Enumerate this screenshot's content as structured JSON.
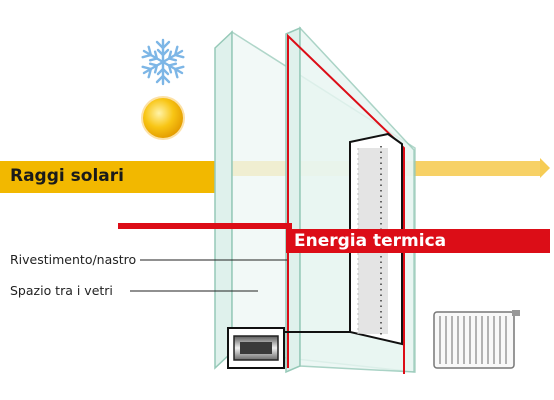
{
  "labels": {
    "solar_rays": "Raggi solari",
    "thermal_energy": "Energia termica",
    "coating": "Rivestimento/nastro",
    "glass_gap": "Spazio tra i vetri"
  },
  "icons": {
    "weather_cold": "snowflake-icon",
    "weather_sun": "sun-icon",
    "heater": "radiator-icon"
  },
  "colors": {
    "solar_band": "#f2b800",
    "thermal_band": "#dc0d17",
    "glass_tint": "#dff1ec",
    "glass_edge": "#96c9b8",
    "snowflake": "#7db6e6",
    "sun": "#f6bd10"
  }
}
